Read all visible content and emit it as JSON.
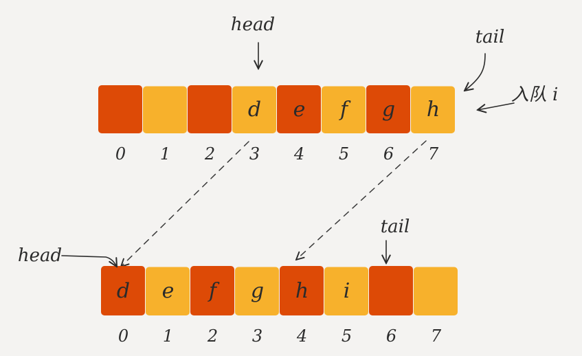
{
  "colors": {
    "red": "#dd4a06",
    "yellow": "#f7b12c",
    "background": "#f4f3f1",
    "ink": "#2b2b2b"
  },
  "top_array": {
    "cells": [
      {
        "label": "",
        "color": "red"
      },
      {
        "label": "",
        "color": "yellow"
      },
      {
        "label": "",
        "color": "red"
      },
      {
        "label": "d",
        "color": "yellow"
      },
      {
        "label": "e",
        "color": "red"
      },
      {
        "label": "f",
        "color": "yellow"
      },
      {
        "label": "g",
        "color": "red"
      },
      {
        "label": "h",
        "color": "yellow"
      }
    ],
    "indices": [
      "0",
      "1",
      "2",
      "3",
      "4",
      "5",
      "6",
      "7"
    ],
    "head_label": "head",
    "tail_label": "tail",
    "enqueue_label": "入队 i"
  },
  "bottom_array": {
    "cells": [
      {
        "label": "d",
        "color": "red"
      },
      {
        "label": "e",
        "color": "yellow"
      },
      {
        "label": "f",
        "color": "red"
      },
      {
        "label": "g",
        "color": "yellow"
      },
      {
        "label": "h",
        "color": "red"
      },
      {
        "label": "i",
        "color": "yellow"
      },
      {
        "label": "",
        "color": "red"
      },
      {
        "label": "",
        "color": "yellow"
      }
    ],
    "indices": [
      "0",
      "1",
      "2",
      "3",
      "4",
      "5",
      "6",
      "7"
    ],
    "head_label": "head",
    "tail_label": "tail"
  }
}
